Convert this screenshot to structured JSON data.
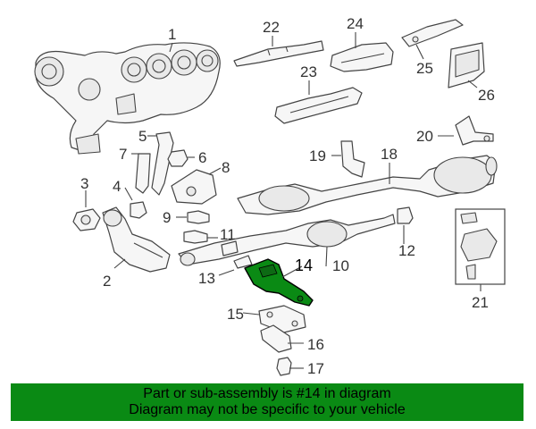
{
  "diagram": {
    "highlight_part": "14",
    "highlight_color": "#0a8a14",
    "labels": {
      "p1": "1",
      "p2": "2",
      "p3": "3",
      "p4": "4",
      "p5": "5",
      "p6": "6",
      "p7": "7",
      "p8": "8",
      "p9": "9",
      "p10": "10",
      "p11": "11",
      "p12": "12",
      "p13": "13",
      "p14": "14",
      "p15": "15",
      "p16": "16",
      "p17": "17",
      "p18": "18",
      "p19": "19",
      "p20": "20",
      "p21": "21",
      "p22": "22",
      "p23": "23",
      "p24": "24",
      "p25": "25",
      "p26": "26"
    }
  },
  "banner": {
    "line1": "Part or sub-assembly is #14 in diagram",
    "line2": "Diagram may not be specific to your vehicle",
    "background": "#0a8a14"
  }
}
